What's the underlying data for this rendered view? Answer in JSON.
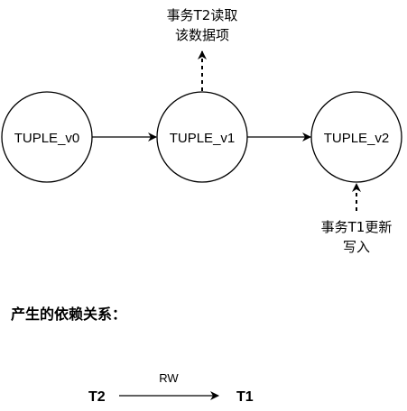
{
  "versions": {
    "v0": "TUPLE_v0",
    "v1": "TUPLE_v1",
    "v2": "TUPLE_v2"
  },
  "notes": {
    "t2_read_line1": "事务T2读取",
    "t2_read_line2": "该数据项",
    "t1_write_line1": "事务T1更新",
    "t1_write_line2": "写入"
  },
  "dependency": {
    "title": "产生的依赖关系：",
    "from": "T2",
    "to": "T1",
    "edge_label": "RW"
  }
}
